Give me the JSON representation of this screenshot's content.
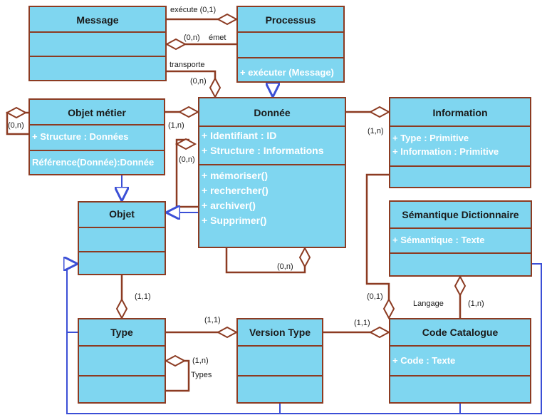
{
  "classes": {
    "message": {
      "name": "Message"
    },
    "processus": {
      "name": "Processus",
      "ops": [
        "+ exécuter (Message)"
      ]
    },
    "objet_metier": {
      "name": "Objet métier",
      "attrs": [
        "+ Structure : Données"
      ],
      "ops": [
        "Référence(Donnée):Donnée"
      ]
    },
    "donnee": {
      "name": "Donnée",
      "attrs": [
        "+ Identifiant : ID",
        "+ Structure : Informations"
      ],
      "ops": [
        "+ mémoriser()",
        "+ rechercher()",
        "+ archiver()",
        "+ Supprimer()"
      ]
    },
    "information": {
      "name": "Information",
      "attrs": [
        "+ Type : Primitive",
        "+ Information : Primitive"
      ]
    },
    "objet": {
      "name": "Objet"
    },
    "semantique": {
      "name": "Sémantique Dictionnaire",
      "attrs": [
        "+ Sémantique : Texte"
      ]
    },
    "type": {
      "name": "Type"
    },
    "version_type": {
      "name": "Version Type"
    },
    "code_catalogue": {
      "name": "Code Catalogue",
      "attrs": [
        "+ Code : Texte"
      ]
    }
  },
  "labels": {
    "execute": "exécute (0,1)",
    "emet_mult": "(0,n)",
    "emet": "émet",
    "transporte": "transporte",
    "transporte_mult": "(0,n)",
    "om_self": "(0,n)",
    "om_donnee": "(1,n)",
    "donnee_self_top": "(0,n)",
    "donnee_self_bottom": "(0,n)",
    "info_mult": "(1,n)",
    "objet_type": "(1,1)",
    "type_version": "(1,1)",
    "version_code": "(1,1)",
    "info_code": "(0,1)",
    "langage": "Langage",
    "sem_code": "(1,n)",
    "types_mult": "(1,n)",
    "types": "Types"
  },
  "colors": {
    "class_fill": "#7fd6f0",
    "border": "#8c3b22",
    "inherit": "#3b4fd6",
    "attr_text": "#ffffff"
  }
}
